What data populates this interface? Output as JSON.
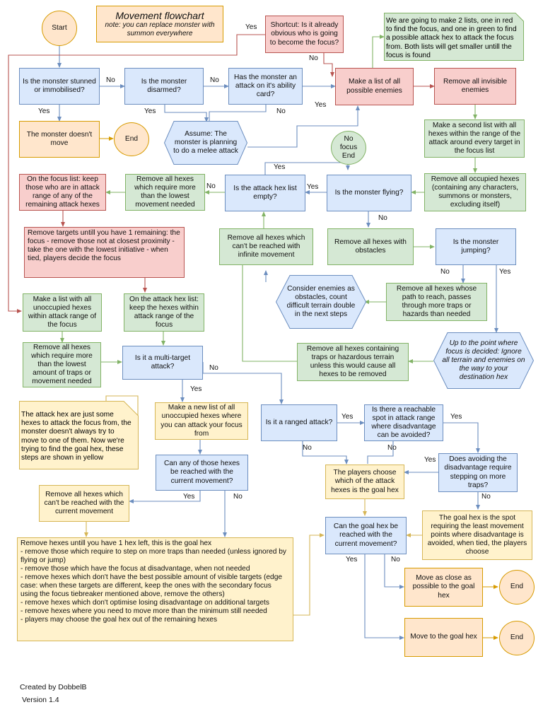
{
  "title": {
    "main": "Movement flowchart",
    "note": "note: you can replace monster with summon everywhere"
  },
  "nodes": {
    "start": "Start",
    "stunned": "Is the monster stunned or immobilised?",
    "disarmed": "Is the monster disarmed?",
    "ability": "Has the monster an attack on it's ability card?",
    "shortcut": "Shortcut: Is it already obvious who is going to become the focus?",
    "two_lists": "We are going to make 2 lists, one in red to find the focus, and one in green to find a possible attack hex to attack the focus from. Both lists will get smaller untill the focus is found",
    "no_move": "The monster doesn't move",
    "end": "End",
    "assume": "Assume: The monster is planning to do a melee attack",
    "list_enemies": "Make a list of all possible enemies",
    "remove_invisible": "Remove all invisible enemies",
    "second_list": "Make a second list with all hexes within the range of the attack around every target in the focus list",
    "no_focus_end": "No focus End",
    "remove_occupied": "Remove all occupied hexes (containing any characters, summons or monsters, excluding itself)",
    "flying": "Is the monster flying?",
    "attack_hex_empty": "Is the attack hex list empty?",
    "remove_more_lowest": "Remove all hexes which require more than the lowest movement needed",
    "focus_keep": "On the focus list: keep those who are in attack range of any of the remaining attack hexes",
    "remove_targets": "Remove targets untill you have 1 remaining: the focus - remove those not at closest proximity - take the one with the lowest initiative - when tied, players decide the focus",
    "remove_infinite": "Remove all hexes which can't be reached with infinite movement",
    "remove_obstacles": "Remove all hexes with obstacles",
    "jumping": "Is the monster jumping?",
    "consider_enemies": "Consider enemies as obstacles, count difficult terrain double in the next steps",
    "remove_traps_path": "Remove all hexes whose path to reach, passes through more traps or hazards than needed",
    "unoccupied_list": "Make a list with all unoccupied hexes within attack range of the focus",
    "keep_hexes": "On the attack hex list: keep the hexes within attack range of the focus",
    "remove_traps_lowest": "Remove all hexes which require more than the lowest amount of traps or movement needed",
    "multi_target": "Is it a multi-target attack?",
    "remove_traps_hazard": "Remove all hexes containing traps or hazardous terrain unless this would cause all hexes to be removed",
    "ignore_terrain": "Up to the point where focus is decided: Ignore all terrain and enemies on the way to your destination hex",
    "attack_hex_note": "The attack hex are just some hexes to attack the focus from, the monster doesn't always try to move to one of them. Now we're trying to find the goal hex, these steps are shown in yellow",
    "new_list": "Make a new list of all unoccupied hexes where you can attack your focus from",
    "ranged": "Is it a ranged attack?",
    "reachable_spot": "Is there a reachable spot in attack range where disadvantage can be avoided?",
    "reached_current": "Can any of those hexes be reached with the current movement?",
    "avoid_traps": "Does avoiding the disadvantage require stepping on more traps?",
    "players_choose": "The players choose which of the attack hexes is the goal hex",
    "remove_current": "Remove all hexes which can't be reached with the current movement",
    "goal_spot": "The goal hex is the spot requiring the least movement points where disadvantage is avoided, when tied, the players choose",
    "goal_reached": "Can the goal hex be reached with the current movement?",
    "remove_until_goal": [
      "Remove hexes untill you have 1 hex left, this is the goal hex",
      "- remove those which require to step on more traps than needed (unless ignored by flying or jump)",
      "- remove those which have the focus at disadvantage, when not needed",
      "- remove hexes which don't have the best possible amount of visible targets (edge case: when these targets are different, keep the ones with the secondary focus using the focus tiebreaker mentioned above, remove the others)",
      "- remove hexes which don't optimise losing disadvantage on additional targets",
      "- remove hexes where you need to move more than the minimum still needed",
      "- players may choose the goal hex out of the remaining hexes"
    ],
    "move_close": "Move as close as possible to the goal hex",
    "move_goal": "Move to the goal hex"
  },
  "labels": {
    "yes": "Yes",
    "no": "No"
  },
  "footer": {
    "created": "Created by DobbelB",
    "version": "Version 1.4"
  },
  "colors": {
    "red_fill": "#f8cecc",
    "red_stroke": "#b85450",
    "blue_fill": "#dae8fc",
    "blue_stroke": "#6c8ebf",
    "green_fill": "#d5e8d4",
    "green_stroke": "#82b366",
    "orange_fill": "#ffe6cc",
    "orange_stroke": "#d79b00",
    "yellow_fill": "#fff2cc",
    "yellow_stroke": "#d6b656"
  }
}
